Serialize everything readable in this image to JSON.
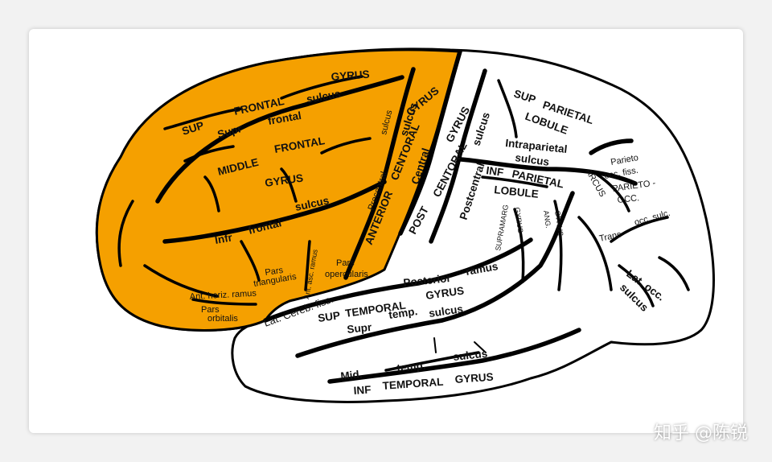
{
  "colors": {
    "frontal_fill": "#F5A000",
    "outline": "#000000",
    "background_card": "#FFFFFF"
  },
  "labels": {
    "sup_frontal_gyrus": [
      "SUP",
      "FRONTAL",
      "GYRUS"
    ],
    "supr_frontal_sulcus": [
      "Supr",
      "frontal",
      "sulcus"
    ],
    "middle_frontal_gyrus": [
      "MIDDLE",
      "FRONTAL",
      "GYRUS"
    ],
    "infr_frontal_sulcus": [
      "Infr",
      "frontal",
      "sulcus"
    ],
    "anterior_central_gyrus": [
      "ANTERIOR",
      "CENTORAL",
      "GYRUS"
    ],
    "precentral_sulcus": [
      "Precentral",
      "sulcus"
    ],
    "central_sulcus": [
      "Central",
      "sulcus"
    ],
    "pars_triangularis": [
      "Pars",
      "triangularis"
    ],
    "pars_opercularis": [
      "Pars",
      "opercularis"
    ],
    "ant_asc_ramus": "Ant. asc. ramus",
    "ant_horiz_ramus": "Ant. horiz. ramus",
    "pars_orbitalis": [
      "Pars",
      "orbitalis"
    ],
    "post_central_gyrus": [
      "POST",
      "CENTORAL",
      "GYRUS"
    ],
    "postcentral_sulcus": [
      "Postcentral",
      "sulcus"
    ],
    "sup_parietal_lobule": [
      "SUP",
      "PARIETAL",
      "LOBULE"
    ],
    "intraparietal_sulcus": [
      "Intraparietal",
      "sulcus"
    ],
    "inf_parietal_lobule": [
      "INF",
      "PARIETAL",
      "LOBULE"
    ],
    "supramarg_gyrus": "SUPRAMARG",
    "gyrus_small_1": "GYRUS",
    "ang_gyrus": "ANG.",
    "gyrus_small_2": "GYRUS",
    "arcus": "ARCUS",
    "parieto_occ_fiss": [
      "Parieto",
      "occ. fiss."
    ],
    "parieto_occ": [
      "PARIETO -",
      "OCC."
    ],
    "trans_occ_sulc": [
      "Trans",
      "occ. sulc."
    ],
    "lat_occ_sulcus": [
      "Lat. occ.",
      "sulcus"
    ],
    "posterior_ramus": [
      "Posterior",
      "ramus"
    ],
    "lat_cereb_fiss": "Lat. Cereb. fiss.",
    "sup_temporal_gyrus": [
      "SUP",
      "TEMPORAL",
      "GYRUS"
    ],
    "supr_temp_sulcus": [
      "Supr",
      "temp.",
      "sulcus"
    ],
    "mid_temp_sulcus": [
      "Mid.",
      "temp.",
      "sulcus"
    ],
    "inf_temporal_gyrus": [
      "INF",
      "TEMPORAL",
      "GYRUS"
    ]
  },
  "watermark": "知乎 @陈锐"
}
